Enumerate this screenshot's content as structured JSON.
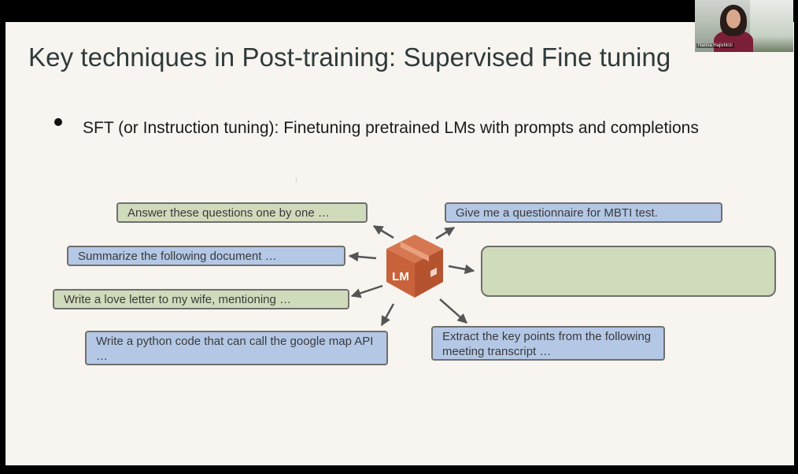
{
  "slide": {
    "title": "Key techniques in Post-training: Supervised Fine tuning",
    "bullet": "SFT (or Instruction tuning): Finetuning pretrained LMs with prompts and completions"
  },
  "diagram": {
    "lm_label": "LM",
    "prompts": {
      "answer": "Answer these questions one by one …",
      "questionnaire": "Give me a questionnaire for MBTI test.",
      "summarize": "Summarize the following document …",
      "love_letter": "Write a love letter to my wife, mentioning …",
      "python_code": "Write a python code that can call the google map API …",
      "extract": "Extract the key points from the following meeting transcript …"
    },
    "colors": {
      "green": "#cfdbbb",
      "blue": "#b4c8e6",
      "box_icon": "#c8623a"
    }
  },
  "webcam": {
    "name": "Hanna Hajishirzi"
  }
}
